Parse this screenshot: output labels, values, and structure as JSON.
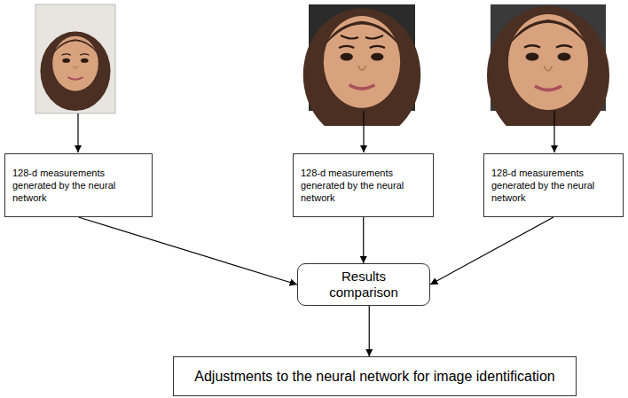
{
  "diagram": {
    "nodes": [
      {
        "text": [
          "128-d measurements generated by the neural network"
        ]
      },
      {
        "text": [
          "128-d measurements generated by the neural network"
        ]
      },
      {
        "text": [
          "128-d measurements generated by the neural network"
        ]
      },
      {
        "text": [
          "Results comparison"
        ]
      },
      {
        "text": [
          "Adjustments to the neural network for image identification"
        ]
      }
    ],
    "edges": [
      {
        "from": 0,
        "to": 3,
        "arrow": "to"
      },
      {
        "from": 1,
        "to": 3,
        "arrow": "to"
      },
      {
        "from": 2,
        "to": 3,
        "arrow": "to"
      },
      {
        "from": 3,
        "to": 4,
        "arrow": "to"
      }
    ]
  }
}
